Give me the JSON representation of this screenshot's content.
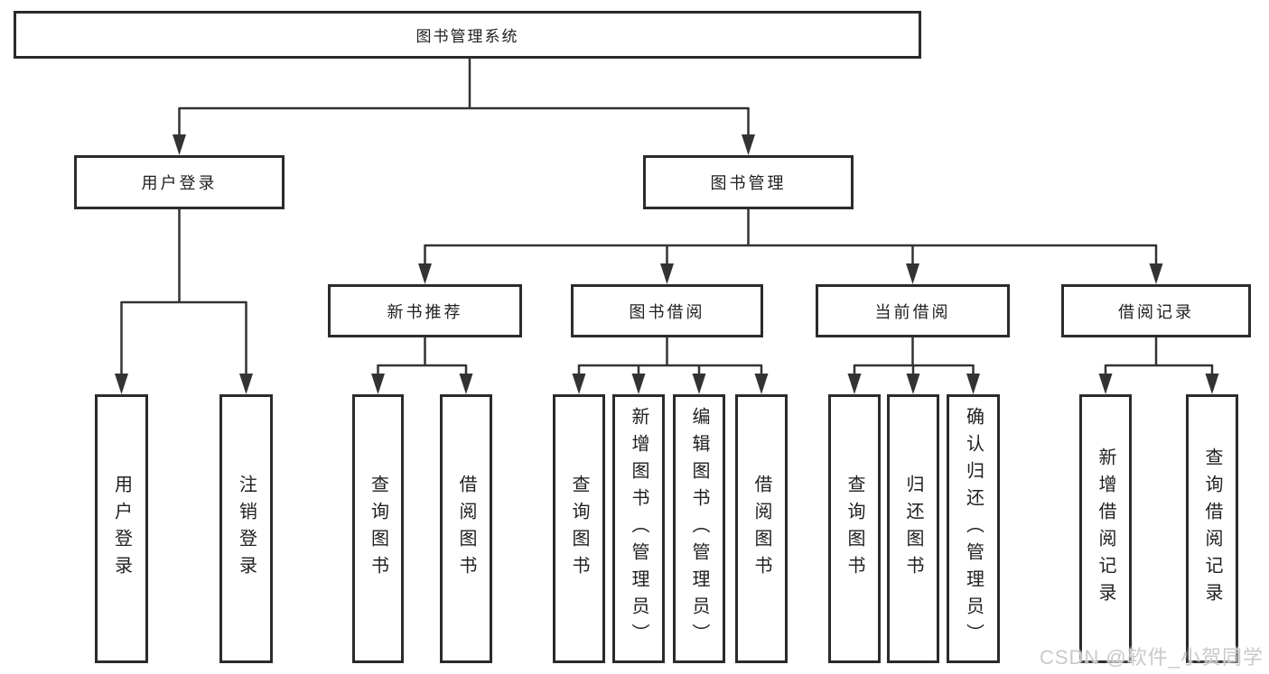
{
  "tree": {
    "root": {
      "label": "图书管理系统"
    },
    "branches": [
      {
        "label": "用户登录",
        "children": [
          {
            "label": "用户登录"
          },
          {
            "label": "注销登录"
          }
        ]
      },
      {
        "label": "图书管理",
        "children": [
          {
            "label": "新书推荐",
            "children": [
              {
                "label": "查询图书"
              },
              {
                "label": "借阅图书"
              }
            ]
          },
          {
            "label": "图书借阅",
            "children": [
              {
                "label": "查询图书"
              },
              {
                "label": "新增图书（管理员）"
              },
              {
                "label": "编辑图书（管理员）"
              },
              {
                "label": "借阅图书"
              }
            ]
          },
          {
            "label": "当前借阅",
            "children": [
              {
                "label": "查询图书"
              },
              {
                "label": "归还图书"
              },
              {
                "label": "确认归还（管理员）"
              }
            ]
          },
          {
            "label": "借阅记录",
            "children": [
              {
                "label": "新增借阅记录"
              },
              {
                "label": "查询借阅记录"
              }
            ]
          }
        ]
      }
    ]
  },
  "colors": {
    "line": "#333333",
    "box_border": "#2b2b2b",
    "text": "#1f1f1f",
    "watermark": "#c6c6c6",
    "background": "#ffffff"
  },
  "watermark": {
    "text": "CSDN @软件_小贺同学"
  }
}
